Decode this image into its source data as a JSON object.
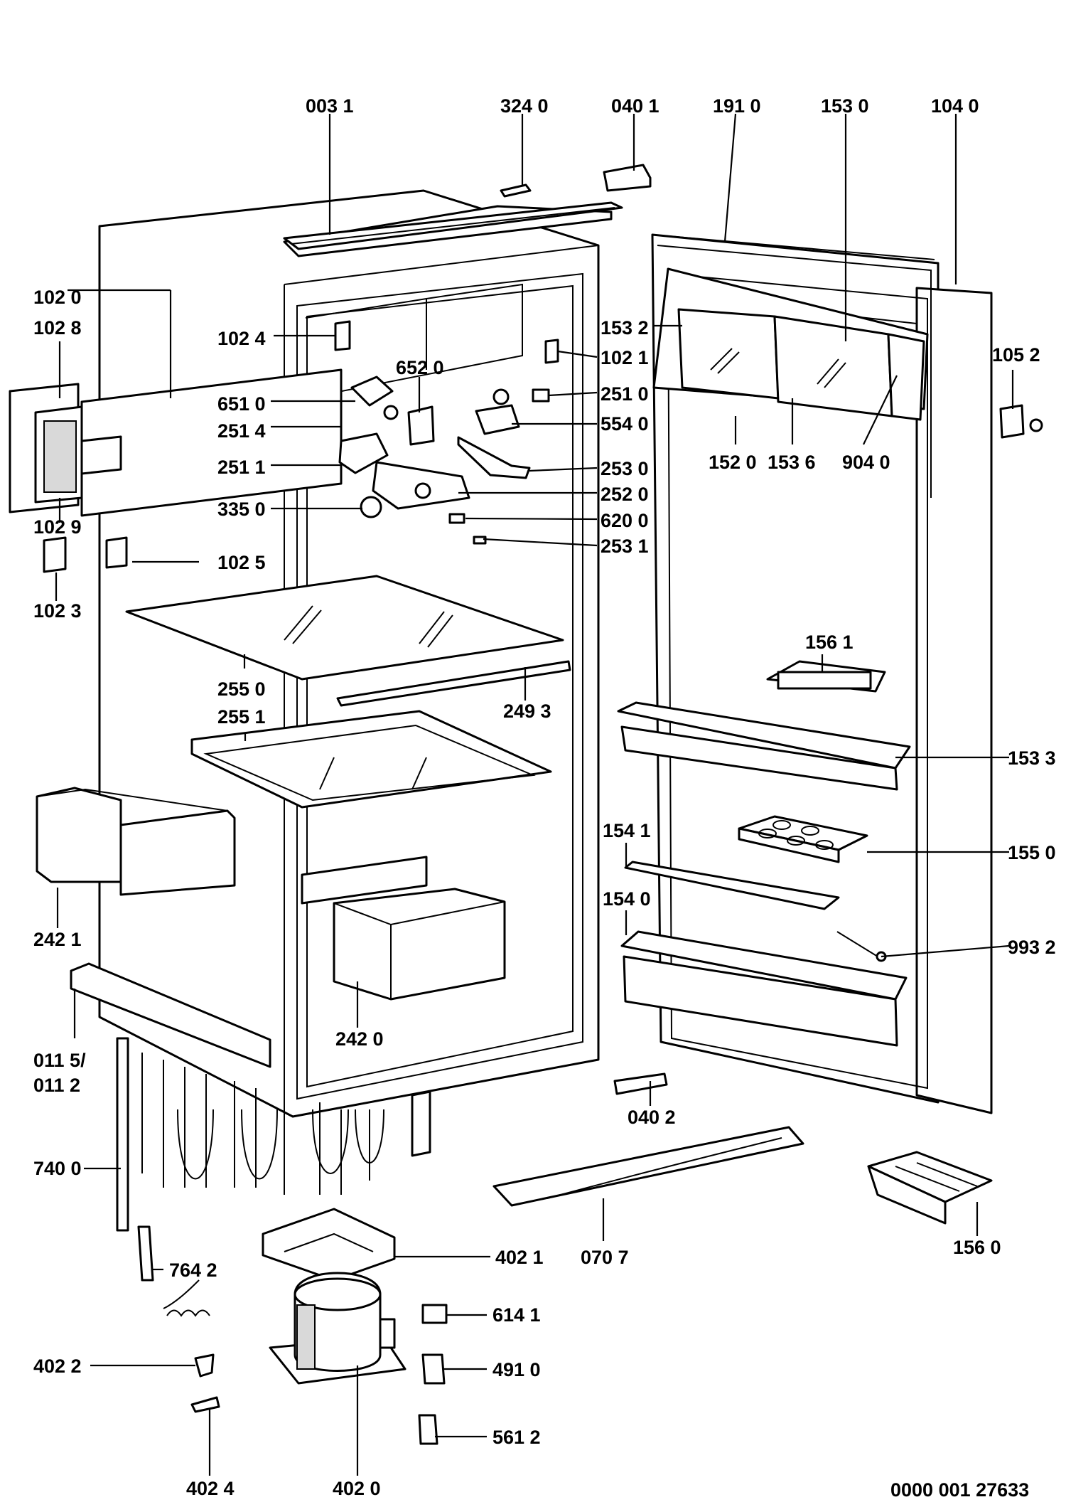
{
  "document_id": "0000 001 27633",
  "labels": {
    "l_0031": "003 1",
    "l_3240": "324 0",
    "l_0401": "040 1",
    "l_1910": "191 0",
    "l_1530": "153 0",
    "l_1040": "104 0",
    "l_1020": "102 0",
    "l_1028": "102 8",
    "l_1024": "102 4",
    "l_6520": "652 0",
    "l_1532": "153 2",
    "l_1021": "102 1",
    "l_1052": "105 2",
    "l_6510": "651 0",
    "l_2510": "251 0",
    "l_2514": "251 4",
    "l_5540": "554 0",
    "l_2511": "251 1",
    "l_2530": "253 0",
    "l_1520": "152 0",
    "l_1536": "153 6",
    "l_9040": "904 0",
    "l_2520": "252 0",
    "l_3350": "335 0",
    "l_6200": "620 0",
    "l_1029": "102 9",
    "l_1025": "102 5",
    "l_2531": "253 1",
    "l_1023": "102 3",
    "l_1561": "156 1",
    "l_2550": "255 0",
    "l_2493": "249 3",
    "l_2551": "255 1",
    "l_1533": "153 3",
    "l_1541": "154 1",
    "l_1550": "155 0",
    "l_2421": "242 1",
    "l_1540": "154 0",
    "l_9932": "993 2",
    "l_2420": "242 0",
    "l_0115": "011 5/",
    "l_0112": "011 2",
    "l_0402": "040 2",
    "l_7400": "740 0",
    "l_1560": "156 0",
    "l_4021": "402 1",
    "l_0707": "070 7",
    "l_7642": "764 2",
    "l_6141": "614 1",
    "l_4022": "402 2",
    "l_4910": "491 0",
    "l_5612": "561 2",
    "l_4024": "402 4",
    "l_4020": "402 0"
  }
}
